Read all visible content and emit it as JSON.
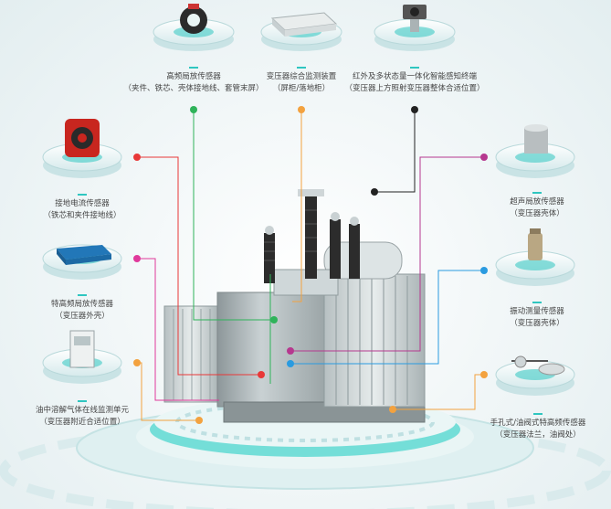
{
  "sensors": [
    {
      "id": "hf-pd",
      "title": "高频局放传感器",
      "sub": "（夹件、铁芯、壳体接地线、套管末屏）",
      "color": "#e83838"
    },
    {
      "id": "monitor",
      "title": "变压器综合监测装置",
      "sub": "（屏柜/落地柜）",
      "color": "#f3a23f"
    },
    {
      "id": "ir",
      "title": "红外及多状态量一体化智能感知终端",
      "sub": "（变压器上方照射变压器整体合适位置）",
      "color": "#222222"
    },
    {
      "id": "ground",
      "title": "接地电流传感器",
      "sub": "（铁芯和夹件接地线）",
      "color": "#e83838"
    },
    {
      "id": "uhf",
      "title": "特高频局放传感器",
      "sub": "（变压器外壳）",
      "color": "#e0399b"
    },
    {
      "id": "dga",
      "title": "油中溶解气体在线监测单元",
      "sub": "（变压器附近合适位置）",
      "color": "#f3a23f"
    },
    {
      "id": "ultra",
      "title": "超声局放传感器",
      "sub": "（变压器壳体）",
      "color": "#b6388f"
    },
    {
      "id": "vib",
      "title": "振动测量传感器",
      "sub": "（变压器壳体）",
      "color": "#2a9be0"
    },
    {
      "id": "port",
      "title": "手孔式/油阀式特高频传感器",
      "sub": "（变压器法兰，油阀处）",
      "color": "#f3a23f"
    }
  ],
  "colors": {
    "accent": "#2fc6c0",
    "platform": "#38d2cc"
  }
}
